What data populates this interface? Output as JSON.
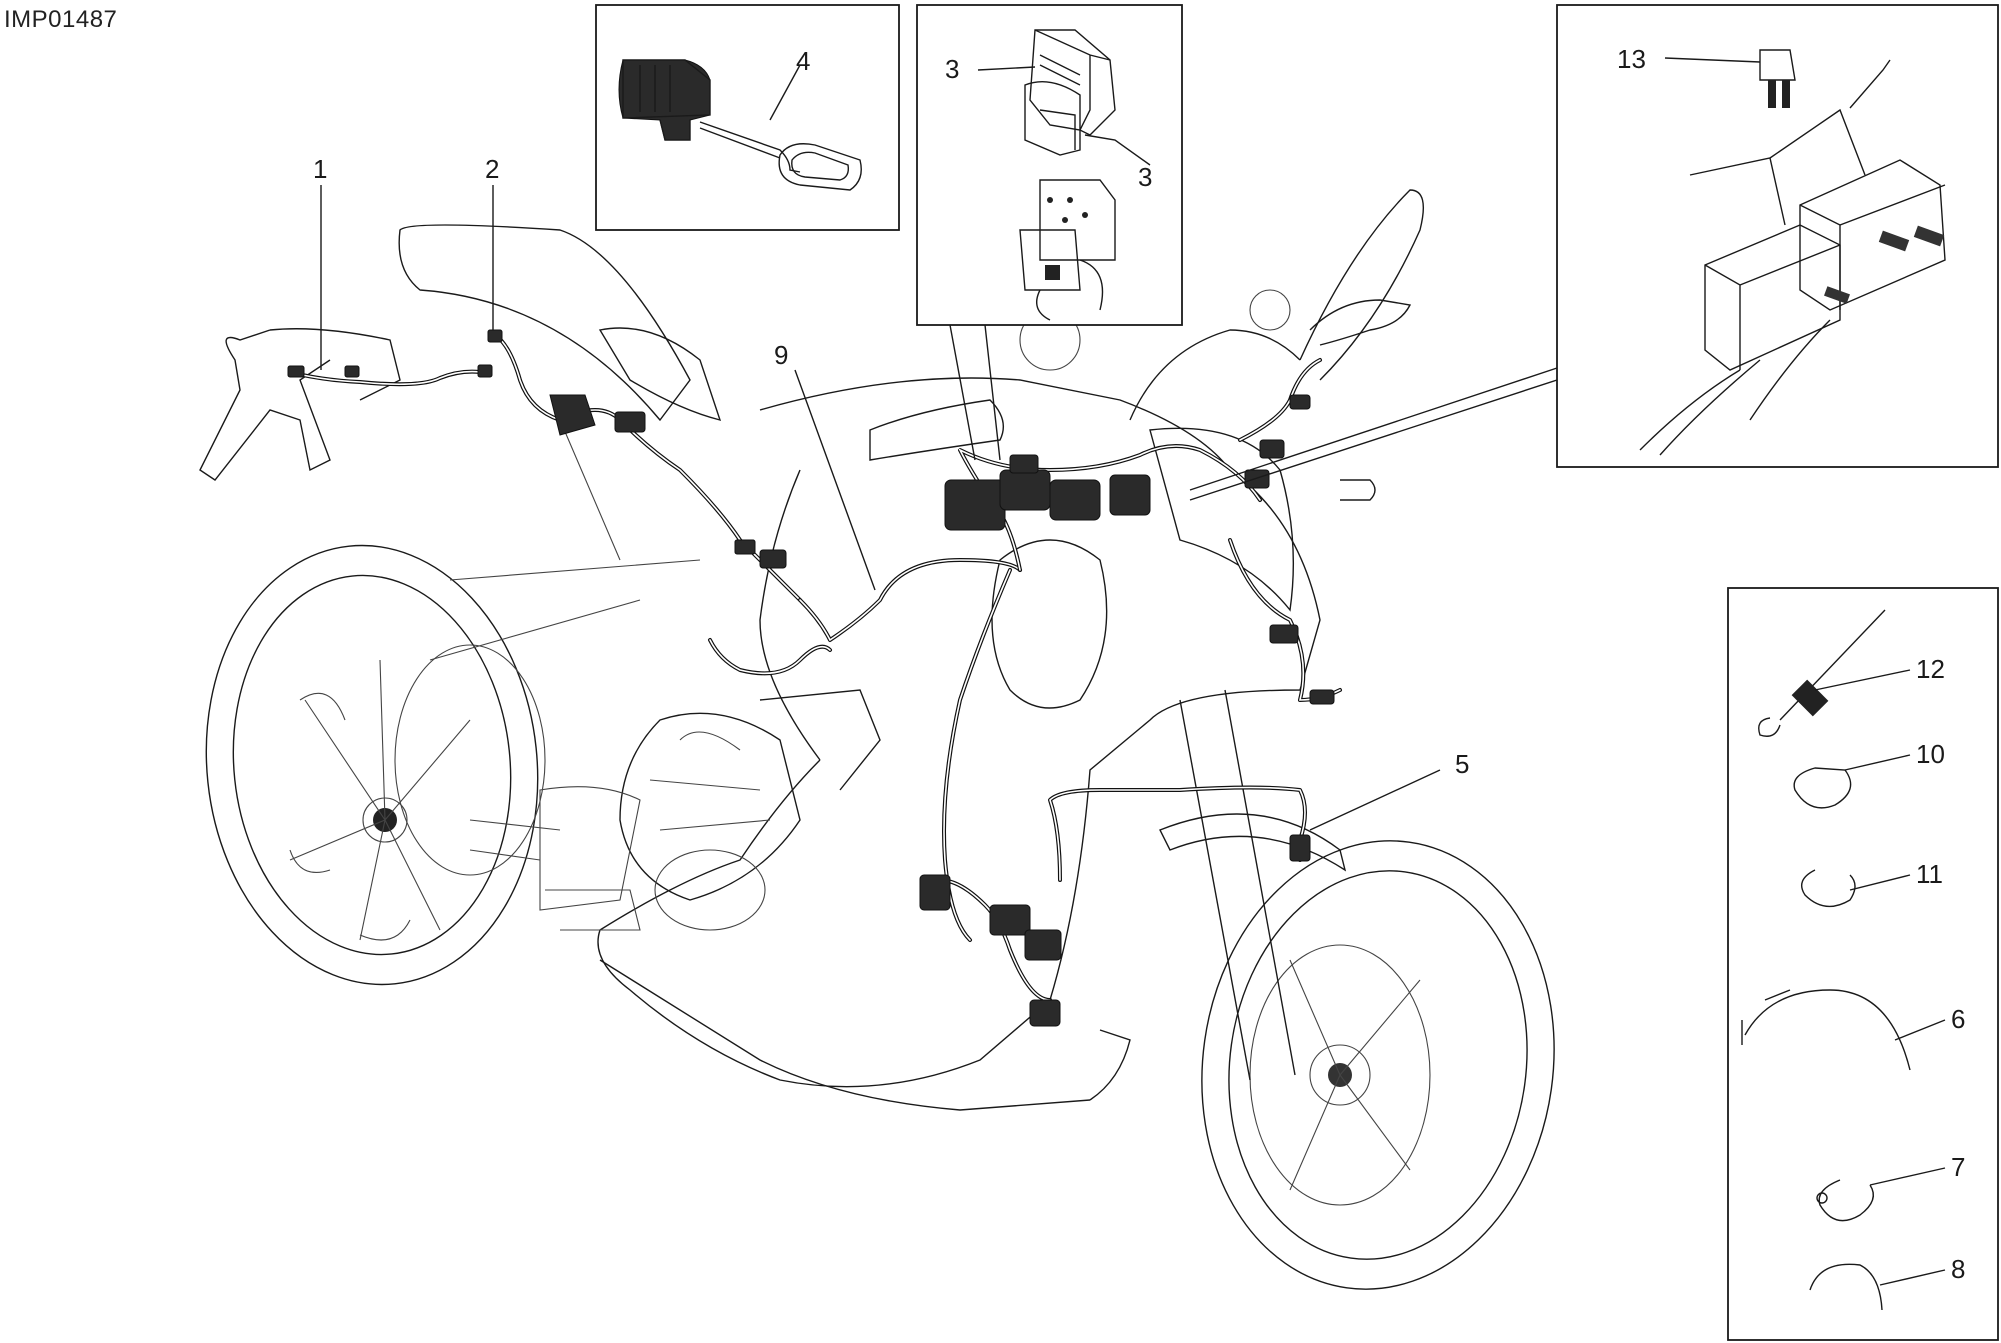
{
  "drawing": {
    "reference_code": "IMP01487"
  },
  "callouts": {
    "c1": "1",
    "c2": "2",
    "c3a": "3",
    "c3b": "3",
    "c4": "4",
    "c5": "5",
    "c6": "6",
    "c7": "7",
    "c8": "8",
    "c9": "9",
    "c10": "10",
    "c11": "11",
    "c12": "12",
    "c13": "13"
  }
}
